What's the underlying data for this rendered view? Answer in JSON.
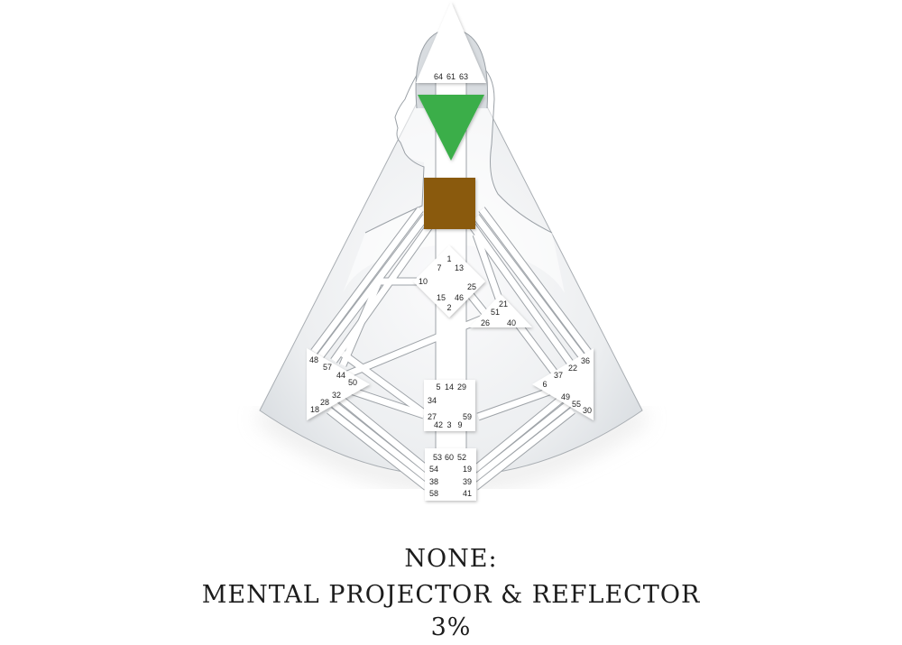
{
  "diagram": {
    "type": "human-design-bodygraph",
    "colors": {
      "background": "#ffffff",
      "body_fill": "#e4e7ea",
      "center_undefined": "#ffffff",
      "ajna_defined": "#3aae4a",
      "throat_defined": "#8a5a0b",
      "outline": "#9aa0a6"
    },
    "centers": {
      "head": {
        "gates": [
          "64",
          "61",
          "63"
        ],
        "defined": false
      },
      "ajna": {
        "gates": [],
        "defined": true,
        "color": "#3aae4a"
      },
      "throat": {
        "gates": [],
        "defined": true,
        "color": "#8a5a0b"
      },
      "g": {
        "gates": [
          "1",
          "7",
          "13",
          "10",
          "25",
          "15",
          "46",
          "2"
        ],
        "defined": false
      },
      "ego": {
        "gates": [
          "21",
          "51",
          "26",
          "40"
        ],
        "defined": false
      },
      "spleen": {
        "gates": [
          "48",
          "57",
          "44",
          "50",
          "32",
          "28",
          "18"
        ],
        "defined": false
      },
      "solar_plexus": {
        "gates": [
          "36",
          "22",
          "37",
          "6",
          "49",
          "55",
          "30"
        ],
        "defined": false
      },
      "sacral": {
        "gates": [
          "5",
          "14",
          "29",
          "34",
          "27",
          "59",
          "42",
          "3",
          "9"
        ],
        "defined": false
      },
      "root": {
        "gates": [
          "53",
          "60",
          "52",
          "54",
          "19",
          "38",
          "39",
          "58",
          "41"
        ],
        "defined": false
      }
    }
  },
  "caption": {
    "line1": "NONE:",
    "line2": "MENTAL PROJECTOR & REFLECTOR",
    "line3": "3%"
  }
}
